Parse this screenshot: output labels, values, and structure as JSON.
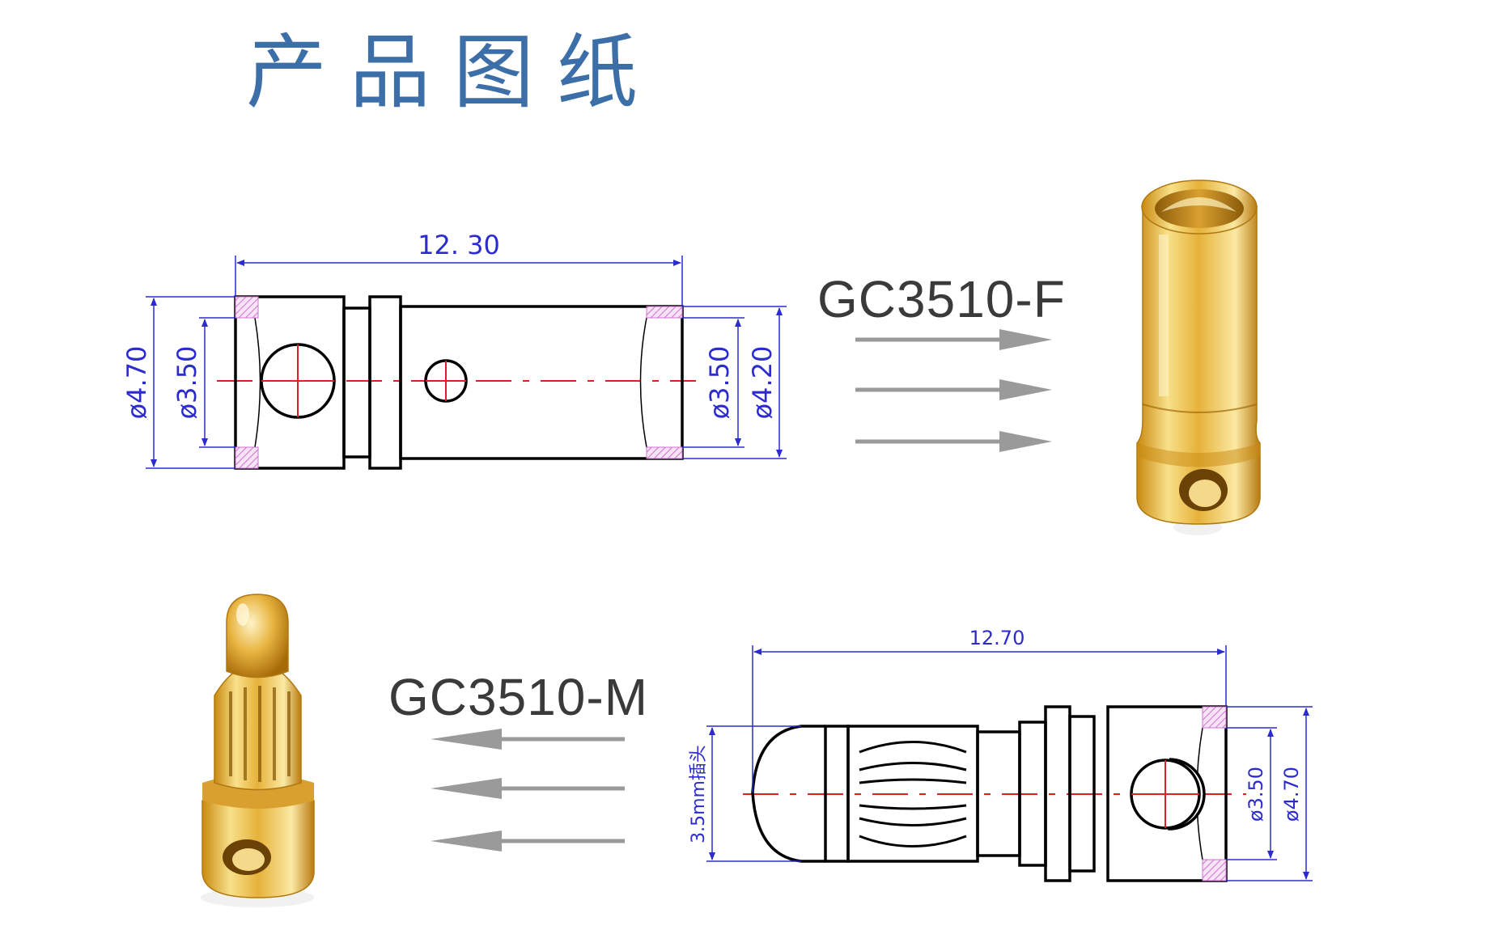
{
  "title": "产品图纸",
  "female": {
    "model": "GC3510-F",
    "dim_length": "12. 30",
    "dim_outer_left": "ø4.70",
    "dim_inner_left": "ø3.50",
    "dim_inner_right": "ø3.50",
    "dim_outer_right": "ø4.20"
  },
  "male": {
    "model": "GC3510-M",
    "dim_length": "12.70",
    "dim_plug": "3.5mm插头",
    "dim_inner": "ø3.50",
    "dim_outer": "ø4.70"
  },
  "colors": {
    "title": "#3c6ea8",
    "dimension": "#2b2bd0",
    "centerline": "#e02020",
    "hatch": "#d070d0",
    "arrow": "#9a9a9a",
    "gold": "#e0b030"
  }
}
